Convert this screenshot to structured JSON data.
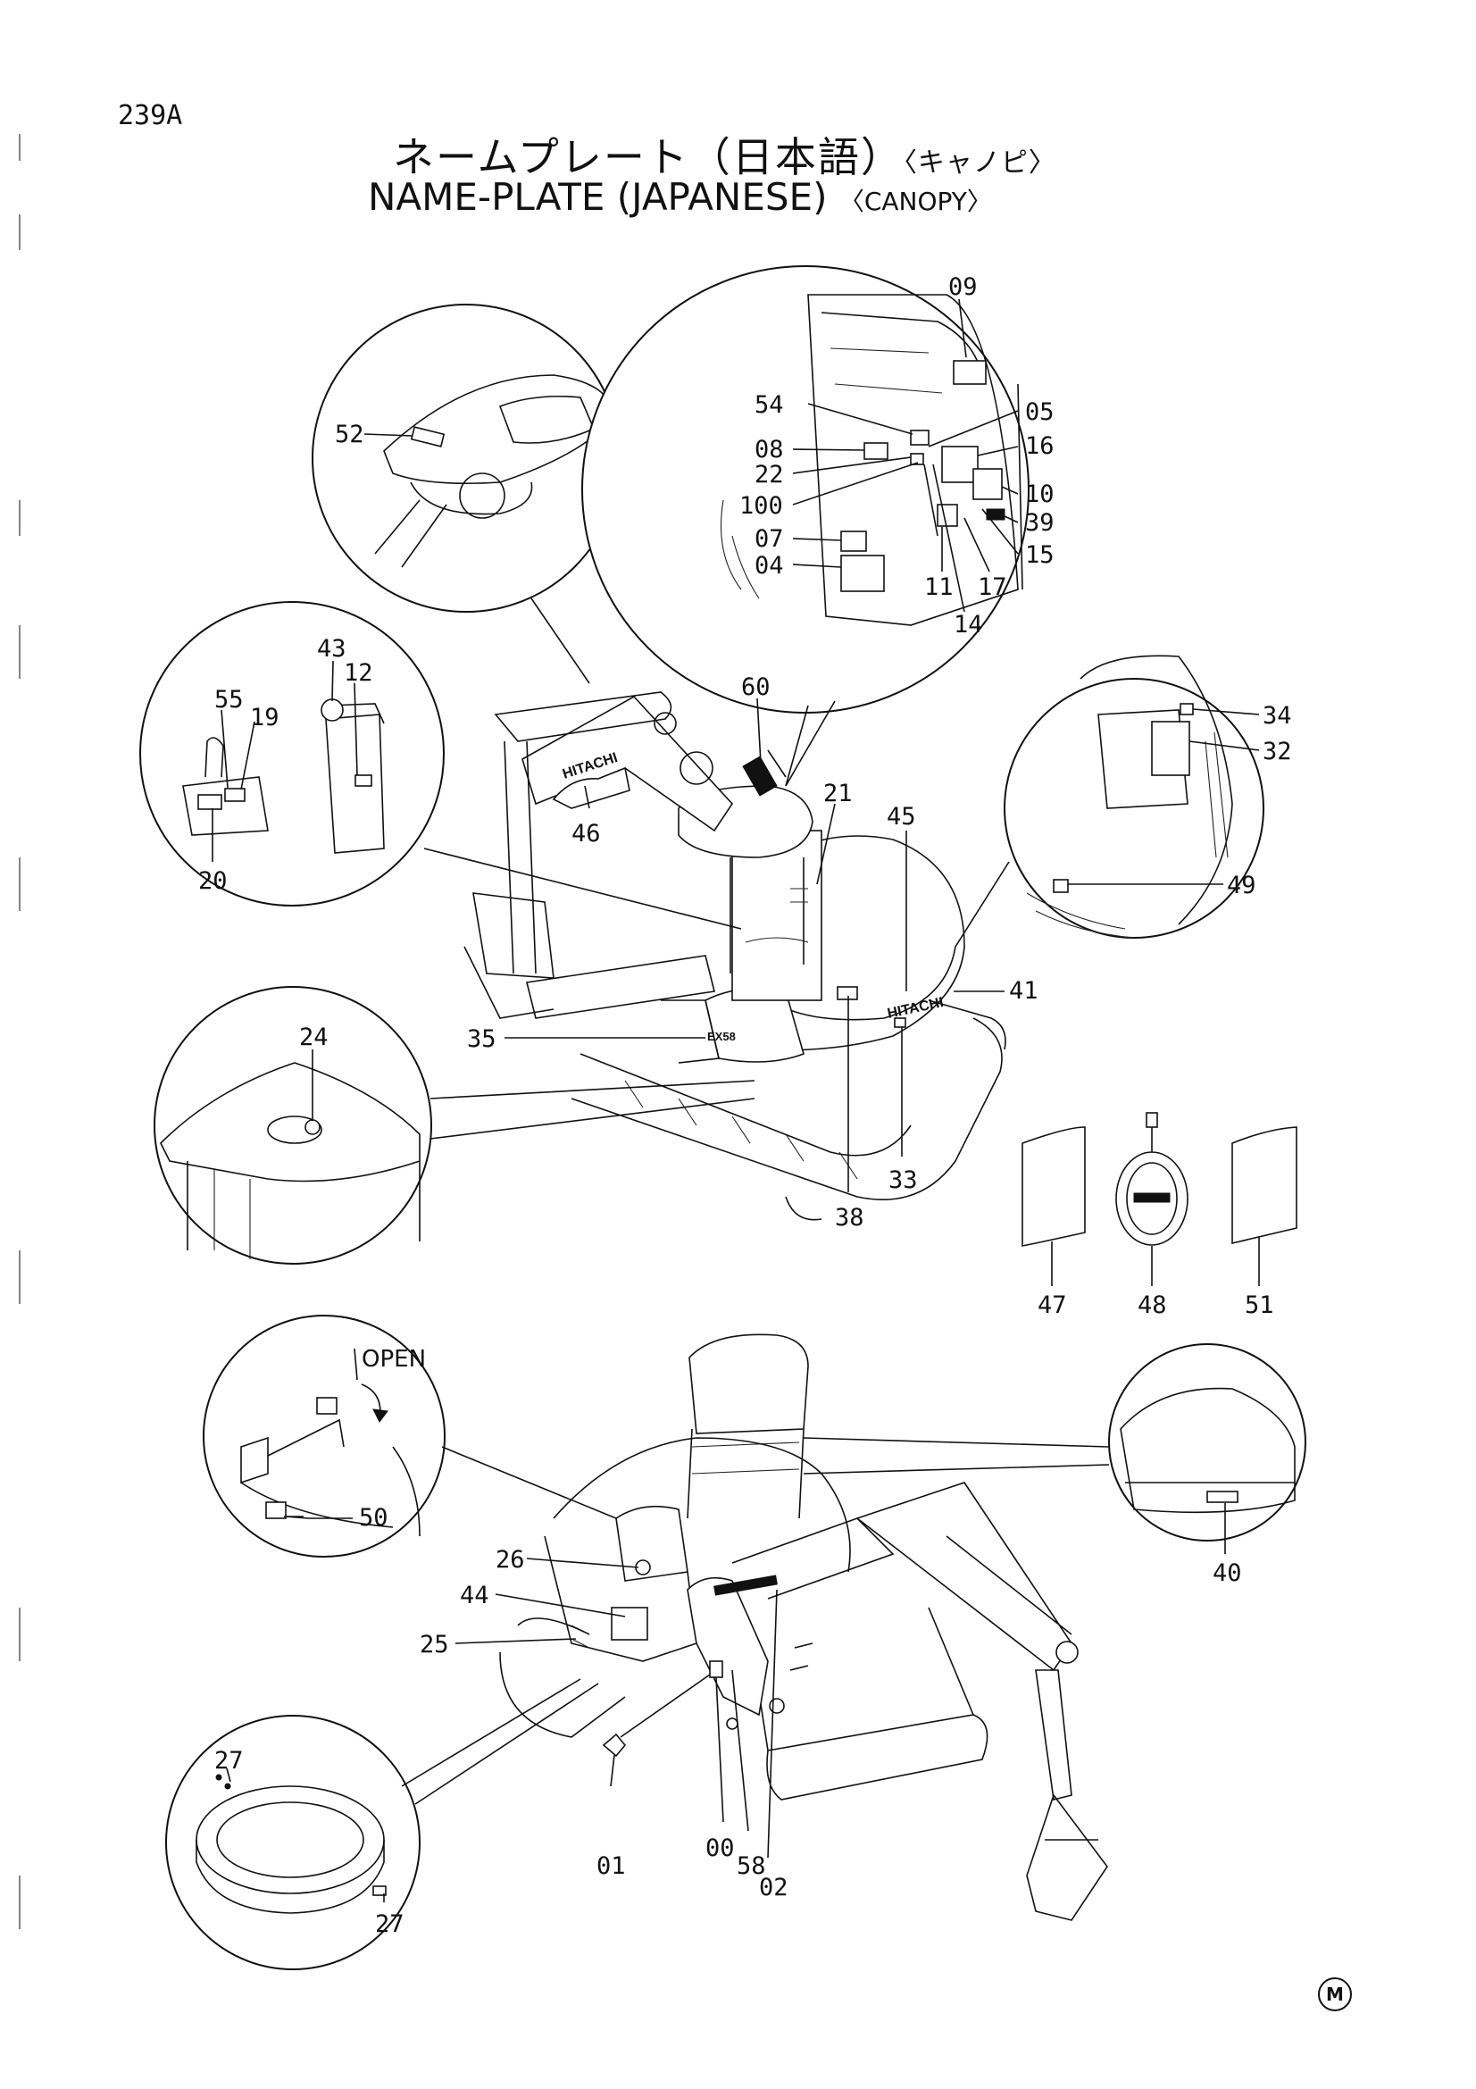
{
  "header": {
    "page_code": "239A",
    "title_ja": "ネームプレート（日本語）",
    "title_ja_sub": "〈キャノピ〉",
    "title_en": "NAME-PLATE (JAPANESE)",
    "title_en_sub": "〈CANOPY〉"
  },
  "callouts": {
    "c00": "00",
    "c01": "01",
    "c02": "02",
    "c04": "04",
    "c05": "05",
    "c07": "07",
    "c08": "08",
    "c09": "09",
    "c10": "10",
    "c11": "11",
    "c12": "12",
    "c14": "14",
    "c15": "15",
    "c16": "16",
    "c17": "17",
    "c19": "19",
    "c20": "20",
    "c21": "21",
    "c22": "22",
    "c24": "24",
    "c25": "25",
    "c26": "26",
    "c27a": "27",
    "c27b": "27",
    "c32": "32",
    "c33": "33",
    "c34": "34",
    "c35": "35",
    "c38": "38",
    "c39": "39",
    "c40": "40",
    "c41": "41",
    "c43": "43",
    "c44": "44",
    "c45": "45",
    "c46": "46",
    "c47": "47",
    "c48": "48",
    "c49": "49",
    "c50": "50",
    "c51": "51",
    "c52": "52",
    "c54": "54",
    "c55": "55",
    "c58": "58",
    "c60": "60",
    "c100": "100"
  },
  "decal_text": {
    "open": "OPEN",
    "hitachi_boom": "HITACHI",
    "hitachi_body": "HITACHI",
    "model": "EX58"
  },
  "mark": "M"
}
